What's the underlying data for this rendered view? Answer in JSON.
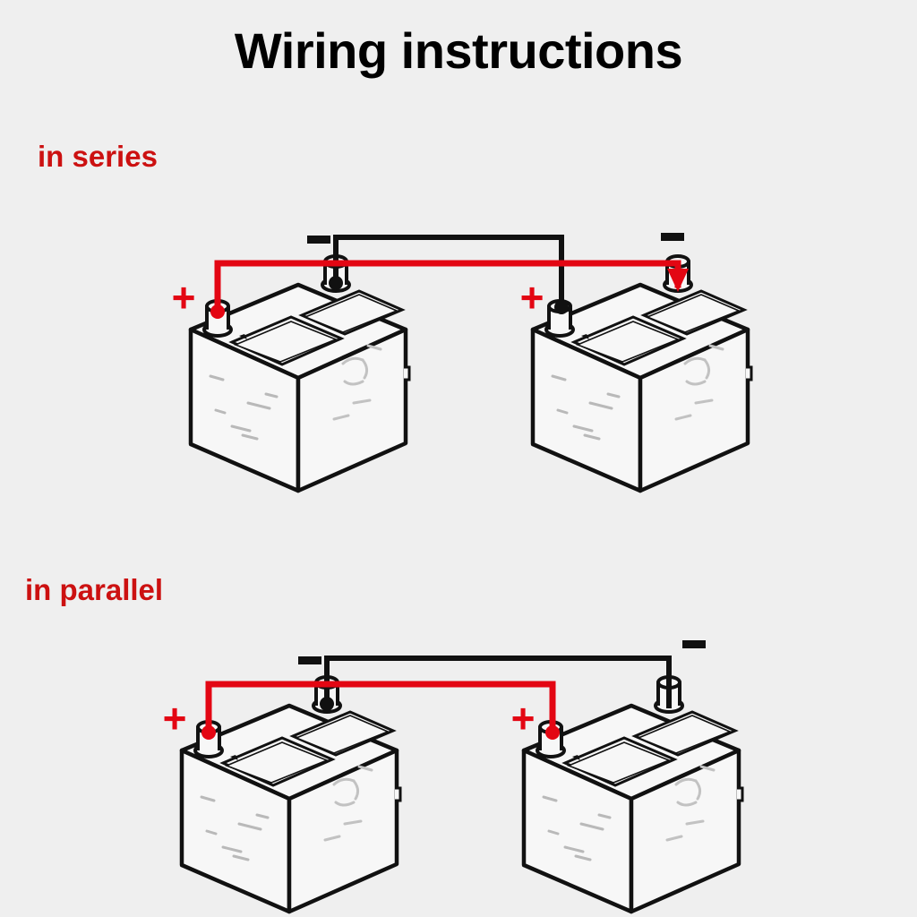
{
  "page": {
    "background_color": "#efefef",
    "title": "Wiring instructions"
  },
  "colors": {
    "positive_wire": "#e30613",
    "negative_wire": "#111111",
    "label_red": "#cc1111",
    "ink": "#111111",
    "battery_fill": "#f7f7f7",
    "background": "#efefef"
  },
  "diagrams": [
    {
      "id": "series",
      "label": "in series",
      "label_color": "#cc1111",
      "batteries": [
        {
          "id": "series-left",
          "position": "left",
          "terminals": [
            {
              "polarity": "positive",
              "sign": "+",
              "sign_color": "#e30613",
              "location": "front-left",
              "wire": "positive_wire"
            },
            {
              "polarity": "negative",
              "sign": "–",
              "sign_color": "#111111",
              "location": "rear-right",
              "wire": "negative_wire"
            }
          ]
        },
        {
          "id": "series-right",
          "position": "right",
          "terminals": [
            {
              "polarity": "positive",
              "sign": "+",
              "sign_color": "#e30613",
              "location": "front-left",
              "wire": "negative_wire"
            },
            {
              "polarity": "negative",
              "sign": "–",
              "sign_color": "#111111",
              "location": "rear-right",
              "wire": "positive_wire"
            }
          ]
        }
      ],
      "connections": [
        {
          "wire": "positive_wire",
          "color": "#e30613",
          "from": "series-left positive",
          "to": "series-right negative"
        },
        {
          "wire": "negative_wire",
          "color": "#111111",
          "from": "series-left negative",
          "to": "series-right positive"
        }
      ]
    },
    {
      "id": "parallel",
      "label": "in parallel",
      "label_color": "#cc1111",
      "batteries": [
        {
          "id": "parallel-left",
          "position": "left",
          "terminals": [
            {
              "polarity": "positive",
              "sign": "+",
              "sign_color": "#e30613",
              "location": "front-left",
              "wire": "positive_wire"
            },
            {
              "polarity": "negative",
              "sign": "–",
              "sign_color": "#111111",
              "location": "rear-right",
              "wire": "negative_wire"
            }
          ]
        },
        {
          "id": "parallel-right",
          "position": "right",
          "terminals": [
            {
              "polarity": "positive",
              "sign": "+",
              "sign_color": "#e30613",
              "location": "front-left",
              "wire": "positive_wire"
            },
            {
              "polarity": "negative",
              "sign": "–",
              "sign_color": "#111111",
              "location": "rear-right",
              "wire": "negative_wire"
            }
          ]
        }
      ],
      "connections": [
        {
          "wire": "positive_wire",
          "color": "#e30613",
          "from": "parallel-left positive",
          "to": "parallel-right positive"
        },
        {
          "wire": "negative_wire",
          "color": "#111111",
          "from": "parallel-left negative",
          "to": "parallel-right negative"
        }
      ]
    }
  ],
  "signs": {
    "plus": "+",
    "minus": "–"
  }
}
